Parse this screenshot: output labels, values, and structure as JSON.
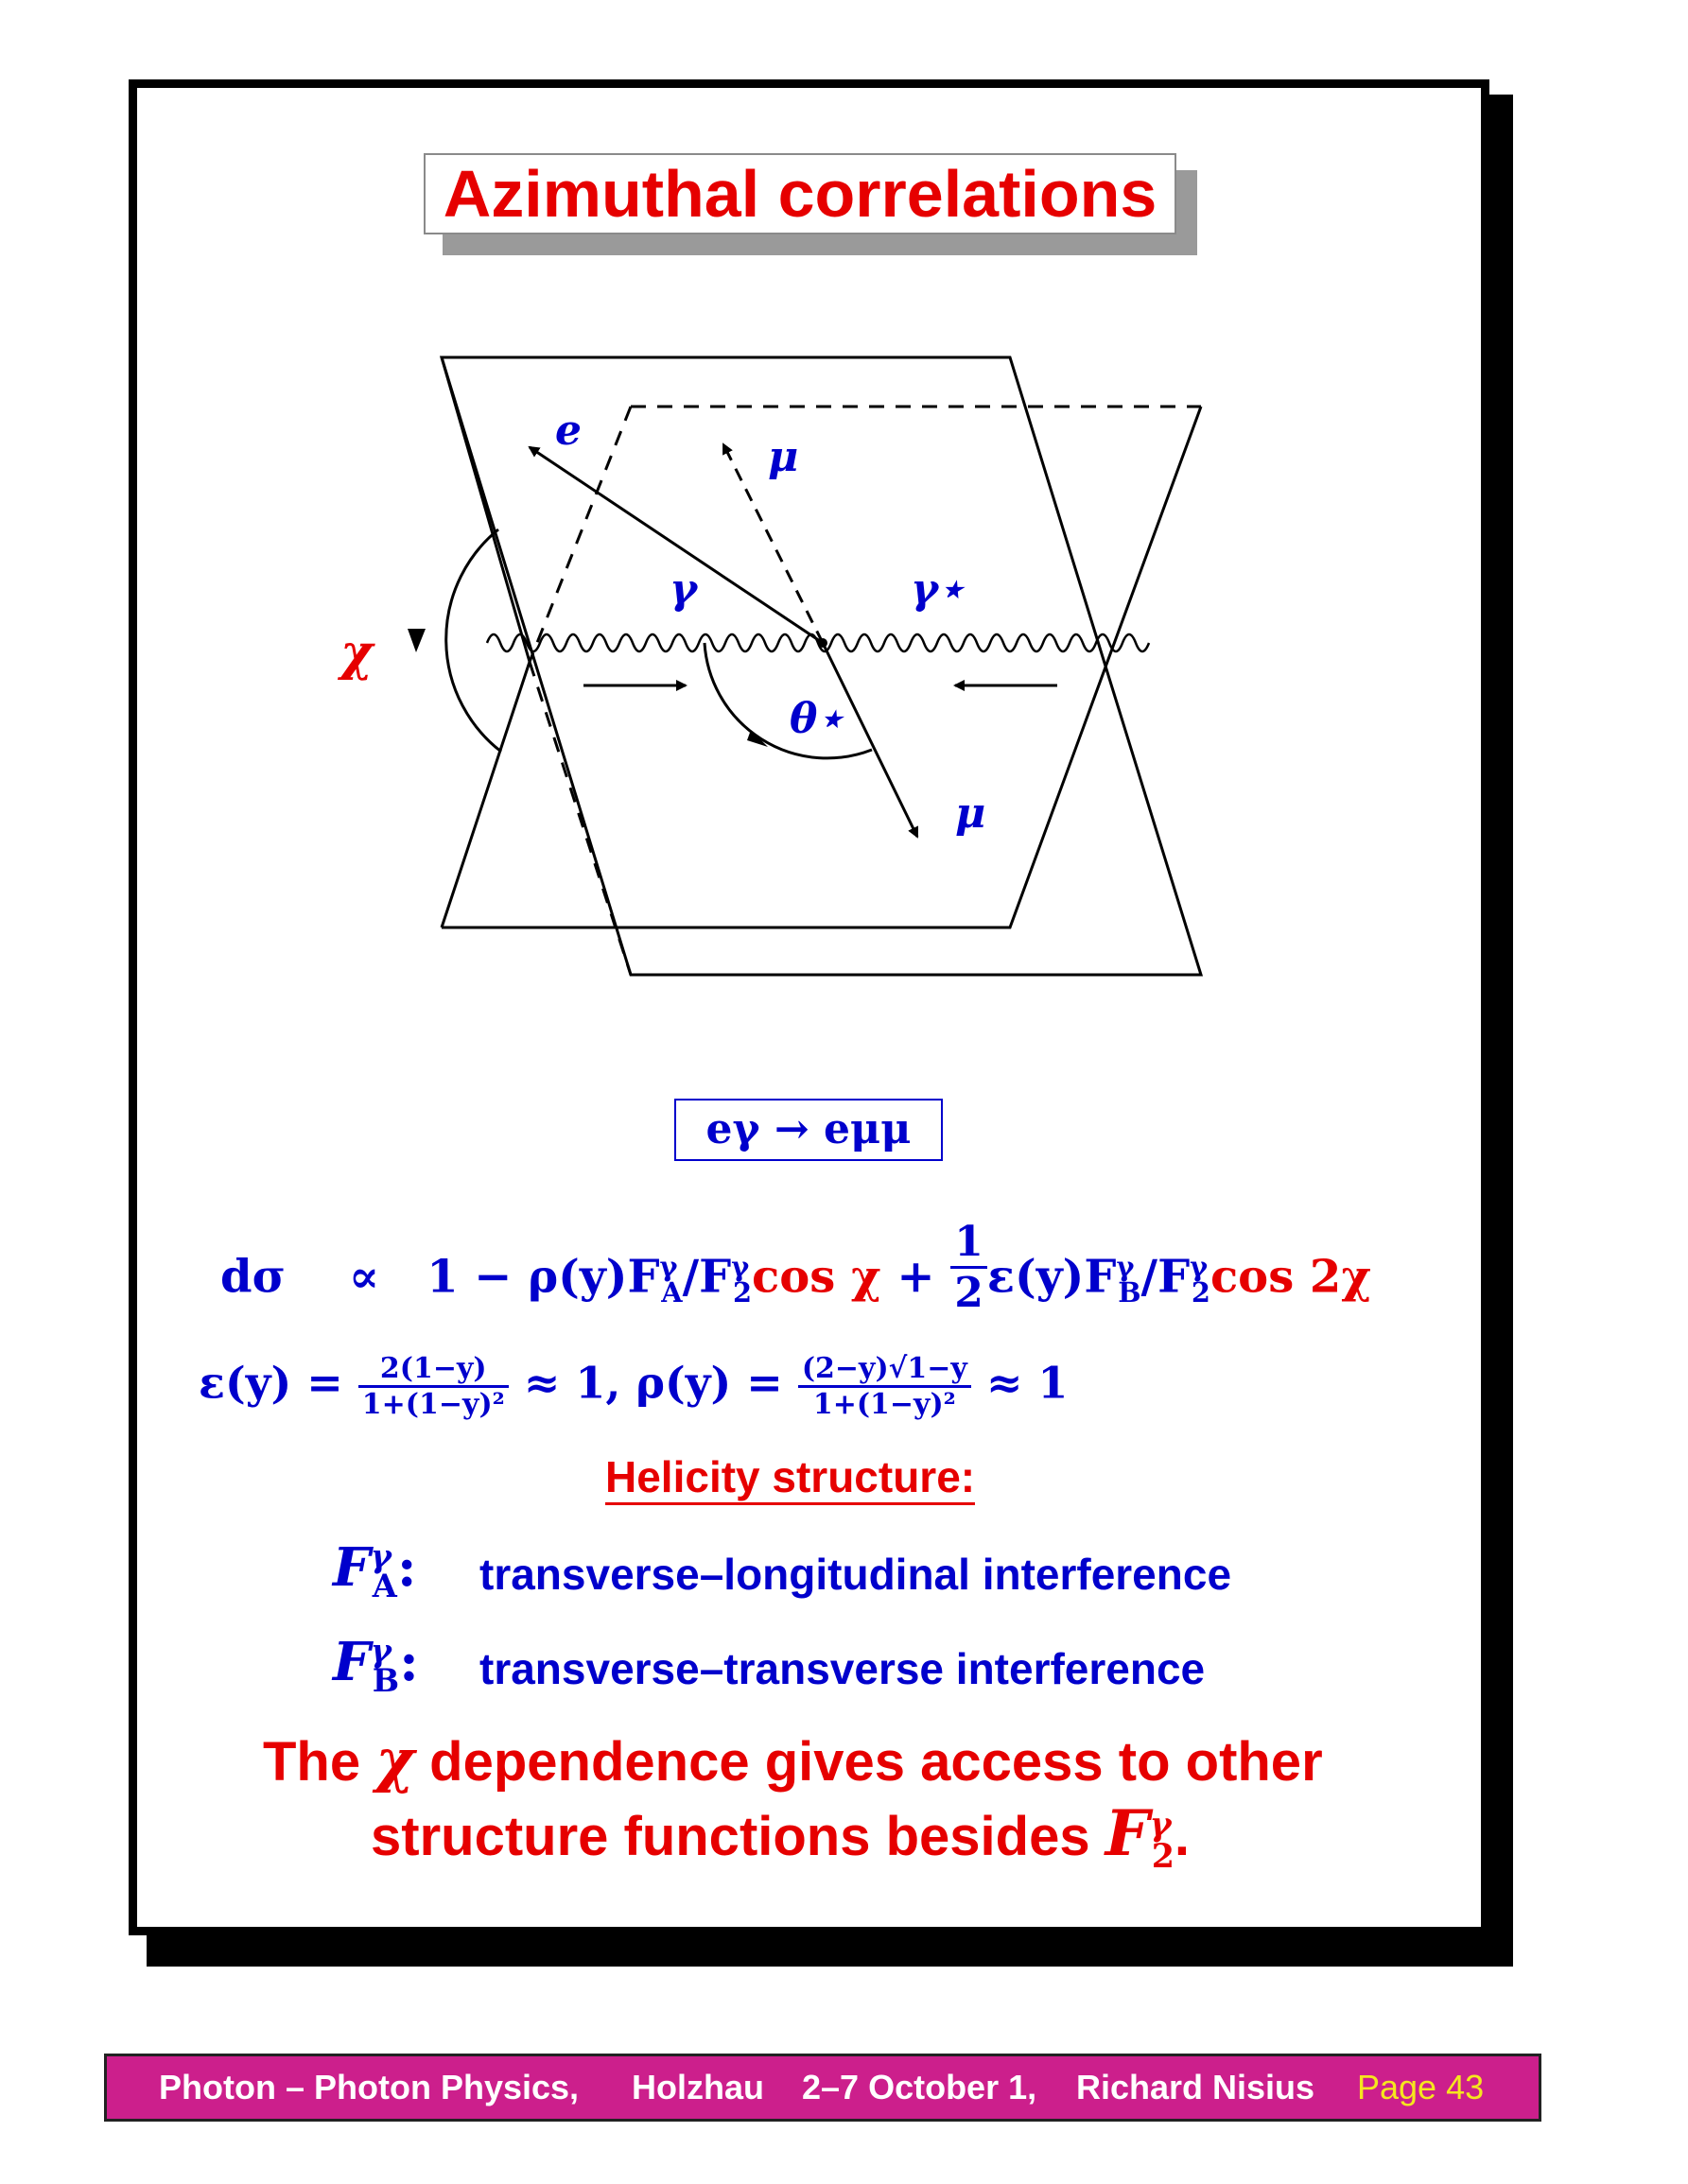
{
  "slide": {
    "title": "Azimuthal correlations",
    "diagram": {
      "label_e": "e",
      "label_mu_top": "μ",
      "label_mu_bottom": "μ",
      "label_gamma": "γ",
      "label_gamma_star": "γ⋆",
      "label_chi": "χ",
      "label_theta_star": "θ⋆"
    },
    "process": "eγ → eμμ",
    "equation1": {
      "lhs": "dσ",
      "prop": "∝",
      "rhs_part1": "1 − ρ(y)F",
      "sub_A": "A",
      "sup_gamma": "γ",
      "slash_F": "/F",
      "sub_2": "2",
      "cos_chi": "cos χ",
      "plus": "+",
      "half_num": "1",
      "half_den": "2",
      "eps_part": "ε(y)F",
      "sub_B": "B",
      "cos_2chi": "cos 2χ"
    },
    "equation2": {
      "eps_lhs": "ε(y) =",
      "eps_num": "2(1−y)",
      "eps_den": "1+(1−y)²",
      "approx1": "≈ 1,",
      "rho_lhs": "ρ(y) =",
      "rho_num": "(2−y)√1−y",
      "rho_den": "1+(1−y)²",
      "approx2": "≈ 1"
    },
    "helicity_heading": "Helicity structure:",
    "fa": {
      "symbol": "F",
      "sub": "A",
      "sup": "γ",
      "colon": ":",
      "text": "transverse–longitudinal interference"
    },
    "fb": {
      "symbol": "F",
      "sub": "B",
      "sup": "γ",
      "colon": ":",
      "text": "transverse–transverse interference"
    },
    "conclusion": {
      "line1_pre": "The",
      "chi": "χ",
      "line1_post": "dependence gives access to other",
      "line2": "structure functions besides",
      "f2": "F",
      "f2_sub": "2",
      "f2_sup": "γ",
      "period": "."
    }
  },
  "footer": {
    "part1": "Photon – Photon Physics,",
    "part2": "Holzhau",
    "part3": "2–7 October 1,",
    "part4": "Richard Nisius",
    "page": "Page 43"
  },
  "colors": {
    "title_red": "#e60000",
    "math_blue": "#0000cc",
    "footer_bg": "#cc1f8c",
    "page_yellow": "#f5e61e"
  }
}
